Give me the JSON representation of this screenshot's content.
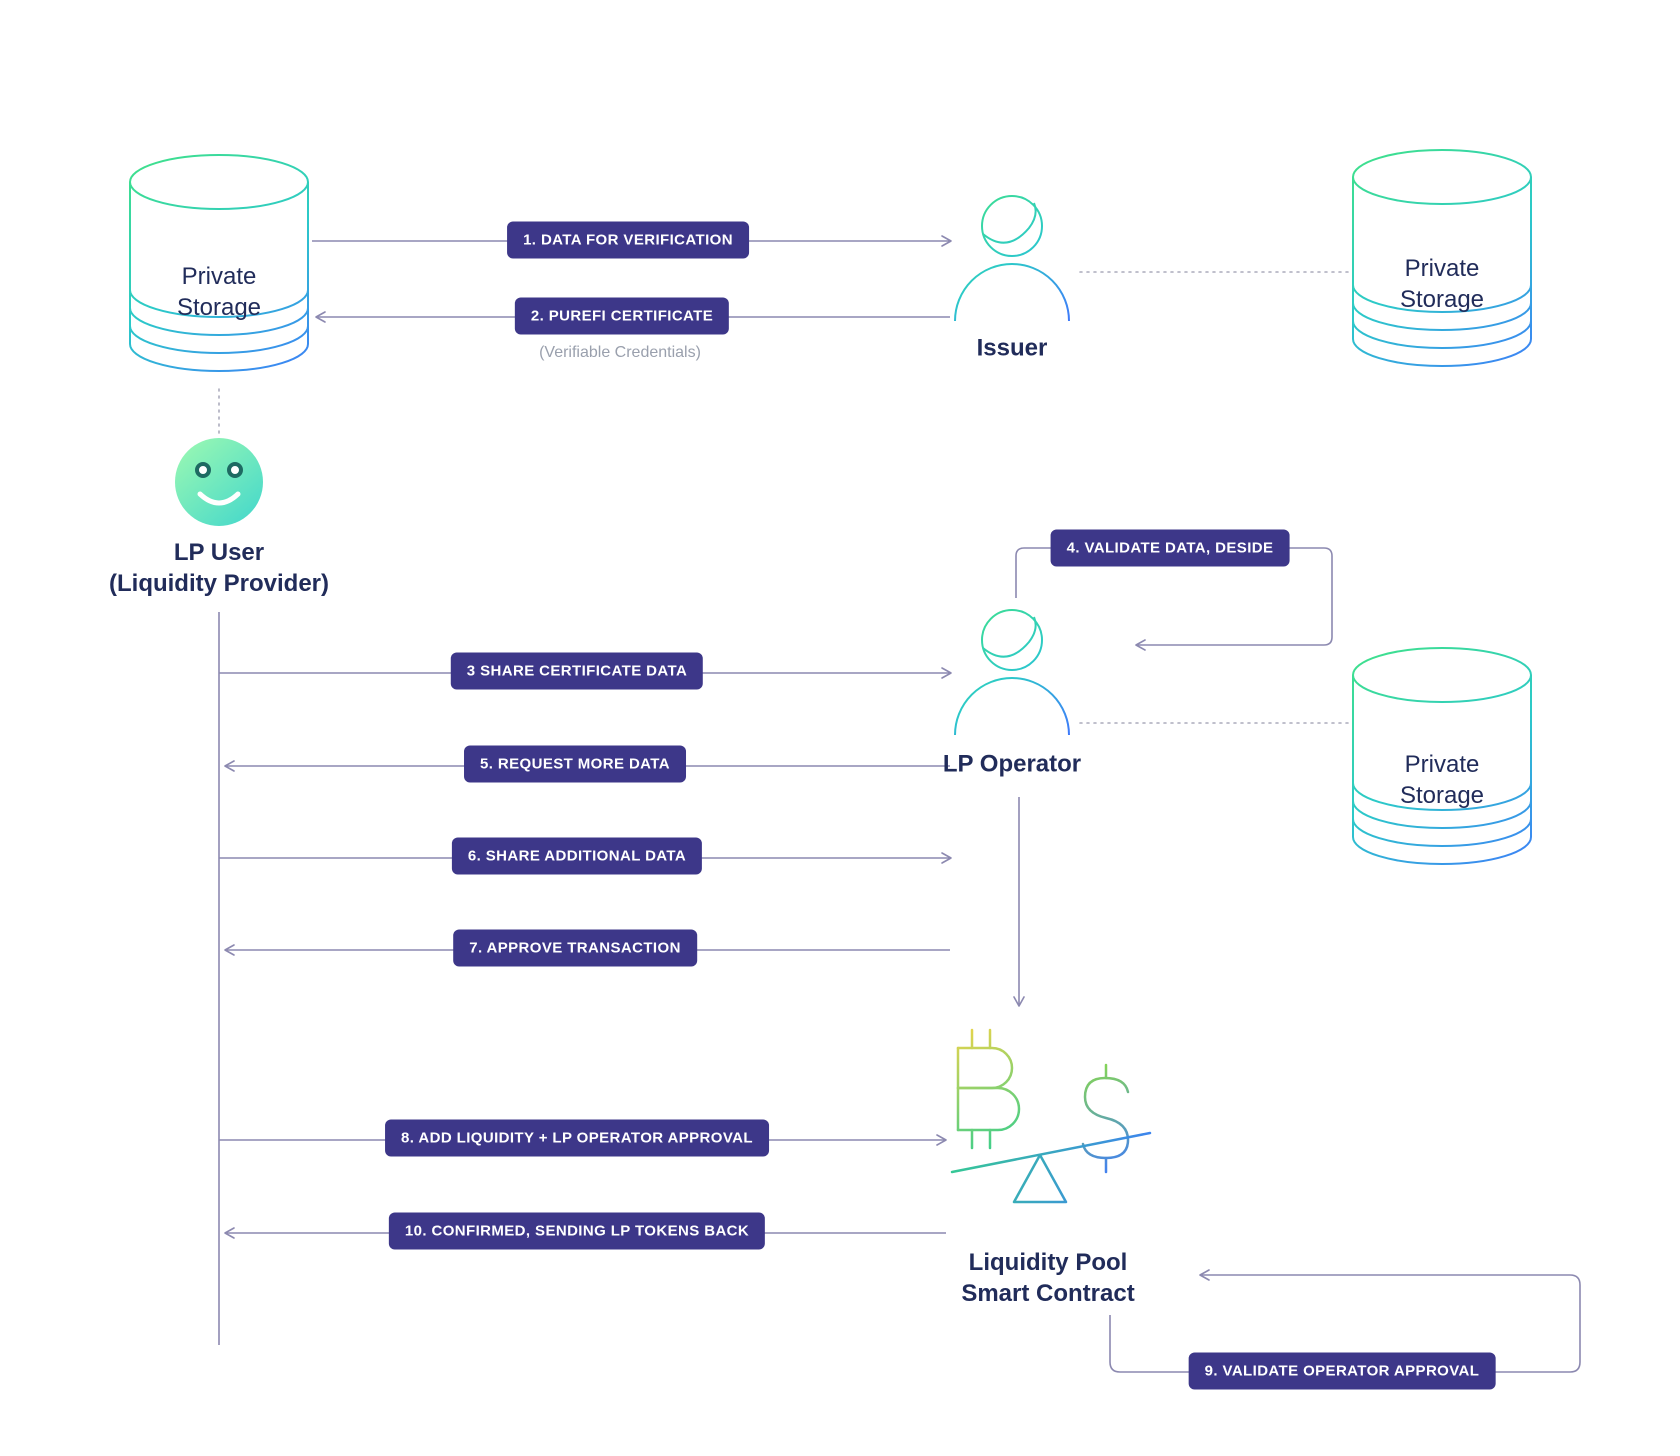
{
  "colors": {
    "badge_bg": "#3D3789",
    "line_color": "#8C89B0",
    "dotted_color": "#ABABBC",
    "text_color": "#212C5A",
    "muted_note": "#9AA0AD",
    "grad_main_a": "#3FE08C",
    "grad_main_m": "#2CC9C9",
    "grad_main_b": "#3E7BFA",
    "smiley_a": "#97F7B3",
    "smiley_b": "#45D8CB",
    "eye_color": "#1E6A62",
    "smile_color": "#FFFFFF",
    "icon_b_a": "#E8D44B",
    "icon_b_b": "#35CE8D",
    "icon_s_a": "#8ADB4B",
    "icon_s_b": "#3E7BFA",
    "plank_a": "#35CE8D",
    "plank_b": "#3E7BFA"
  },
  "nodes": {
    "storage_top_left": {
      "label": "Private Storage"
    },
    "storage_top_right": {
      "label": "Private Storage"
    },
    "storage_mid_right": {
      "label": "Private Storage"
    },
    "issuer": {
      "label": "Issuer"
    },
    "lp_user": {
      "label_line1": "LP User",
      "label_line2": "(Liquidity Provider)"
    },
    "lp_operator": {
      "label": "LP Operator"
    },
    "smart_contract": {
      "label_line1": "Liquidity Pool",
      "label_line2": "Smart Contract"
    }
  },
  "messages": {
    "m1": {
      "label": "1. DATA FOR VERIFICATION"
    },
    "m2": {
      "label": "2. PUREFI CERTIFICATE",
      "note": "(Verifiable Credentials)"
    },
    "m3": {
      "label": "3 SHARE CERTIFICATE DATA"
    },
    "m4": {
      "label": "4. VALIDATE  DATA, DESIDE"
    },
    "m5": {
      "label": "5. REQUEST MORE DATA"
    },
    "m6": {
      "label": "6. SHARE ADDITIONAL DATA"
    },
    "m7": {
      "label": "7. APPROVE TRANSACTION"
    },
    "m8": {
      "label": "8. ADD LIQUIDITY + LP OPERATOR APPROVAL"
    },
    "m9": {
      "label": "9. VALIDATE OPERATOR APPROVAL"
    },
    "m10": {
      "label": "10. CONFIRMED, SENDING LP TOKENS BACK"
    }
  }
}
